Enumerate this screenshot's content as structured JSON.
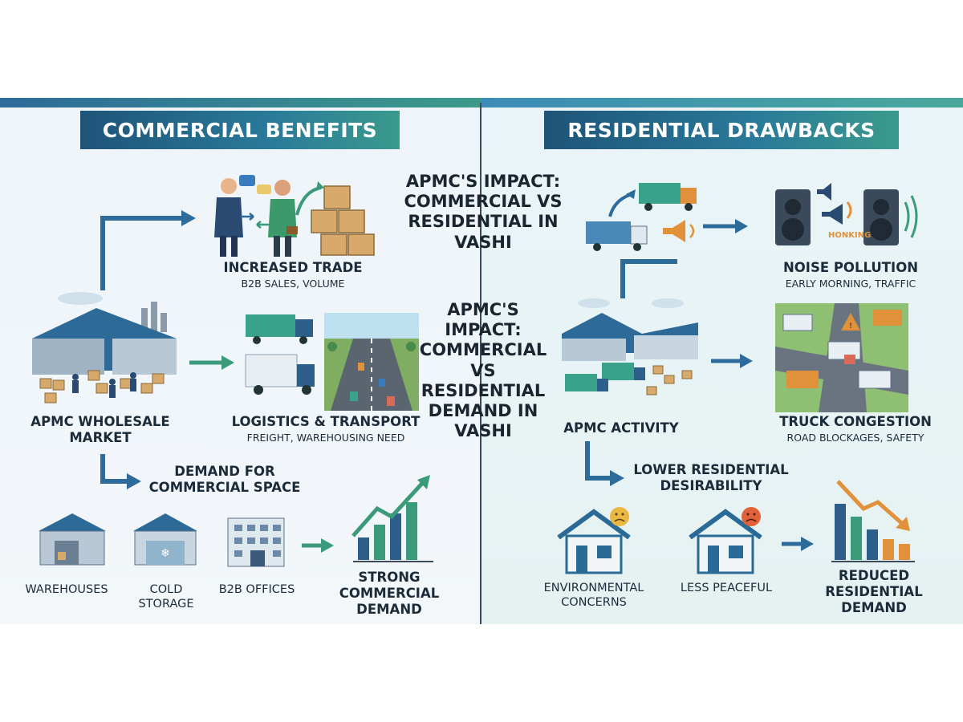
{
  "left": {
    "banner": "COMMERCIAL BENEFITS",
    "increased_trade": {
      "title": "INCREASED TRADE",
      "subtitle": "B2B SALES, VOLUME"
    },
    "apmc_market": "APMC WHOLESALE MARKET",
    "logistics": {
      "title": "LOGISTICS & TRANSPORT",
      "subtitle": "FREIGHT, WAREHOUSING NEED"
    },
    "demand_space": "DEMAND FOR COMMERCIAL SPACE",
    "warehouses": "WAREHOUSES",
    "cold_storage": "COLD STORAGE",
    "b2b_offices": "B2B OFFICES",
    "strong_demand": "STRONG COMMERCIAL DEMAND"
  },
  "center": {
    "title_top": "APMC'S IMPACT: COMMERCIAL VS RESIDENTIAL IN VASHI",
    "title_mid": "APMC'S IMPACT: COMMERCIAL VS RESIDENTIAL DEMAND IN VASHI"
  },
  "right": {
    "banner": "RESIDENTIAL DRAWBACKS",
    "honking": "HONKING",
    "noise": {
      "title": "NOISE POLLUTION",
      "subtitle": "EARLY MORNING, TRAFFIC"
    },
    "apmc_activity": "APMC ACTIVITY",
    "congestion": {
      "title": "TRUCK CONGESTION",
      "subtitle": "ROAD BLOCKAGES, SAFETY"
    },
    "lower_desirability": "LOWER RESIDENTIAL DESIRABILITY",
    "environmental": "ENVIRONMENTAL CONCERNS",
    "less_peaceful": "LESS PEACEFUL",
    "reduced_demand": "REDUCED RESIDENTIAL DEMAND"
  },
  "colors": {
    "accent_dark": "#1e5478",
    "accent_teal": "#3a9a8c",
    "arrow_blue": "#2d6b9a",
    "arrow_teal": "#3a9a7a",
    "truck_teal": "#3aa18a",
    "truck_orange": "#e0913a",
    "house_blue": "#2a6a96"
  },
  "trends": {
    "strong_commercial_demand": "rising",
    "reduced_residential_demand": "falling"
  }
}
